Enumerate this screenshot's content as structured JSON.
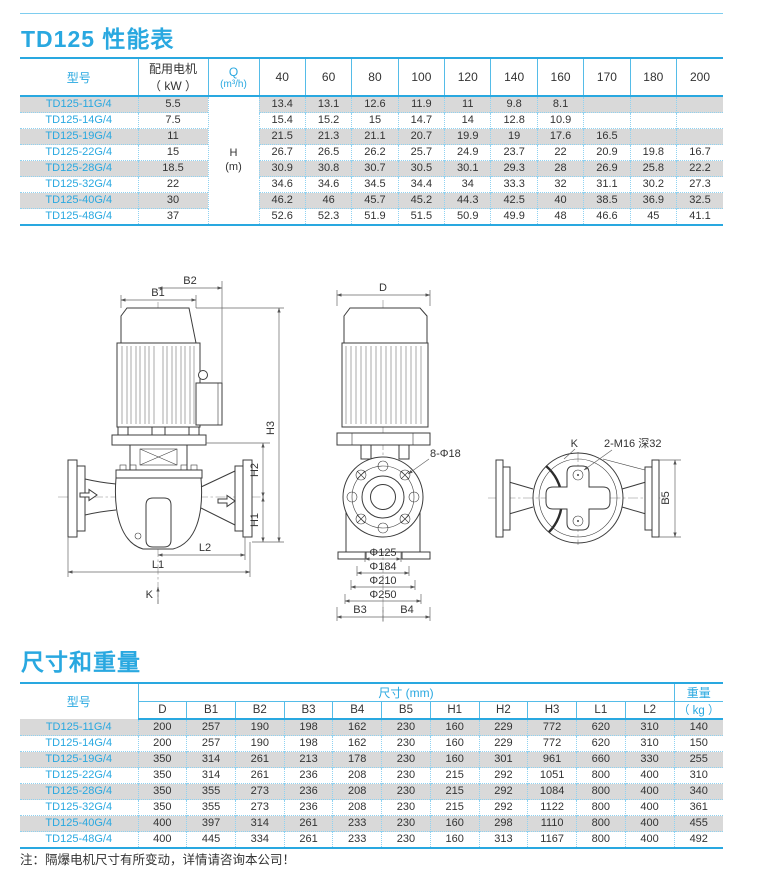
{
  "page": {
    "title_performance": "TD125 性能表",
    "title_dimensions": "尺寸和重量",
    "note": "注：隔爆电机尺寸有所变动，详情请咨询本公司！"
  },
  "performance_table": {
    "col_model": "型号",
    "col_motor": "配用电机",
    "col_motor_unit": "（ kW ）",
    "col_q": "Q",
    "col_q_unit": "(m³/h)",
    "h_label": "H",
    "h_unit": "(m)",
    "flow_cols": [
      "40",
      "60",
      "80",
      "100",
      "120",
      "140",
      "160",
      "170",
      "180",
      "200"
    ],
    "rows": [
      {
        "model": "TD125-11G/4",
        "kw": "5.5",
        "values": [
          "13.4",
          "13.1",
          "12.6",
          "11.9",
          "11",
          "9.8",
          "8.1",
          "",
          "",
          ""
        ]
      },
      {
        "model": "TD125-14G/4",
        "kw": "7.5",
        "values": [
          "15.4",
          "15.2",
          "15",
          "14.7",
          "14",
          "12.8",
          "10.9",
          "",
          "",
          ""
        ]
      },
      {
        "model": "TD125-19G/4",
        "kw": "11",
        "values": [
          "21.5",
          "21.3",
          "21.1",
          "20.7",
          "19.9",
          "19",
          "17.6",
          "16.5",
          "",
          ""
        ]
      },
      {
        "model": "TD125-22G/4",
        "kw": "15",
        "values": [
          "26.7",
          "26.5",
          "26.2",
          "25.7",
          "24.9",
          "23.7",
          "22",
          "20.9",
          "19.8",
          "16.7"
        ]
      },
      {
        "model": "TD125-28G/4",
        "kw": "18.5",
        "values": [
          "30.9",
          "30.8",
          "30.7",
          "30.5",
          "30.1",
          "29.3",
          "28",
          "26.9",
          "25.8",
          "22.2"
        ]
      },
      {
        "model": "TD125-32G/4",
        "kw": "22",
        "values": [
          "34.6",
          "34.6",
          "34.5",
          "34.4",
          "34",
          "33.3",
          "32",
          "31.1",
          "30.2",
          "27.3"
        ]
      },
      {
        "model": "TD125-40G/4",
        "kw": "30",
        "values": [
          "46.2",
          "46",
          "45.7",
          "45.2",
          "44.3",
          "42.5",
          "40",
          "38.5",
          "36.9",
          "32.5"
        ]
      },
      {
        "model": "TD125-48G/4",
        "kw": "37",
        "values": [
          "52.6",
          "52.3",
          "51.9",
          "51.5",
          "50.9",
          "49.9",
          "48",
          "46.6",
          "45",
          "41.1"
        ]
      }
    ]
  },
  "dimension_table": {
    "col_model": "型号",
    "col_dims": "尺寸 (mm)",
    "col_weight": "重量",
    "col_weight_unit": "（ kg ）",
    "dim_cols": [
      "D",
      "B1",
      "B2",
      "B3",
      "B4",
      "B5",
      "H1",
      "H2",
      "H3",
      "L1",
      "L2"
    ],
    "rows": [
      {
        "model": "TD125-11G/4",
        "values": [
          "200",
          "257",
          "190",
          "198",
          "162",
          "230",
          "160",
          "229",
          "772",
          "620",
          "310"
        ],
        "weight": "140"
      },
      {
        "model": "TD125-14G/4",
        "values": [
          "200",
          "257",
          "190",
          "198",
          "162",
          "230",
          "160",
          "229",
          "772",
          "620",
          "310"
        ],
        "weight": "150"
      },
      {
        "model": "TD125-19G/4",
        "values": [
          "350",
          "314",
          "261",
          "213",
          "178",
          "230",
          "160",
          "301",
          "961",
          "660",
          "330"
        ],
        "weight": "255"
      },
      {
        "model": "TD125-22G/4",
        "values": [
          "350",
          "314",
          "261",
          "236",
          "208",
          "230",
          "215",
          "292",
          "1051",
          "800",
          "400"
        ],
        "weight": "310"
      },
      {
        "model": "TD125-28G/4",
        "values": [
          "350",
          "355",
          "273",
          "236",
          "208",
          "230",
          "215",
          "292",
          "1084",
          "800",
          "400"
        ],
        "weight": "340"
      },
      {
        "model": "TD125-32G/4",
        "values": [
          "350",
          "355",
          "273",
          "236",
          "208",
          "230",
          "215",
          "292",
          "1122",
          "800",
          "400"
        ],
        "weight": "361"
      },
      {
        "model": "TD125-40G/4",
        "values": [
          "400",
          "397",
          "314",
          "261",
          "233",
          "230",
          "160",
          "298",
          "1110",
          "800",
          "400"
        ],
        "weight": "455"
      },
      {
        "model": "TD125-48G/4",
        "values": [
          "400",
          "445",
          "334",
          "261",
          "233",
          "230",
          "160",
          "313",
          "1167",
          "800",
          "400"
        ],
        "weight": "492"
      }
    ]
  },
  "drawings": {
    "side": {
      "b2": "B2",
      "b1": "B1",
      "h3": "H3",
      "h2": "H2",
      "h1": "H1",
      "l2": "L2",
      "l1": "L1",
      "k": "K"
    },
    "front": {
      "d": "D",
      "holes": "8-Φ18",
      "phi1": "Φ125",
      "phi2": "Φ184",
      "phi3": "Φ210",
      "phi4": "Φ250",
      "b3": "B3",
      "b4": "B4"
    },
    "top": {
      "k": "K",
      "tap": "2-M16 深32",
      "b5": "B5"
    }
  },
  "colors": {
    "accent": "#29a8e0",
    "row_gray": "#d9d9d9",
    "dotted_grid": "#8fd2f1"
  }
}
